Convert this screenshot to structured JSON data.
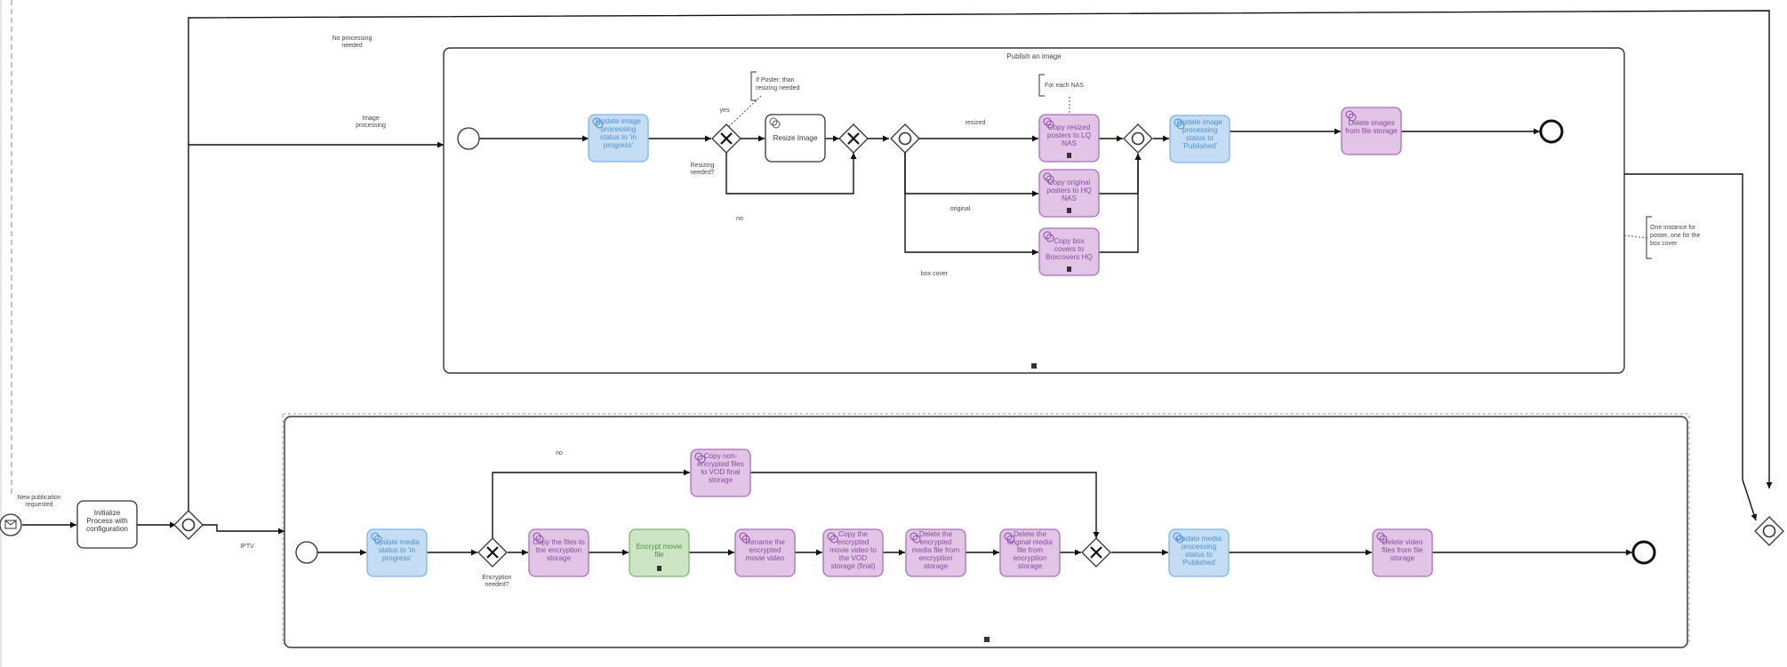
{
  "labels": {
    "no_processing": [
      "No processing",
      "needed"
    ],
    "image_processing": [
      "Image",
      "processing"
    ],
    "new_publication": [
      "New publication",
      "requested"
    ],
    "iptv": "IPTV",
    "publish_image_title": "Publish an image",
    "yes": "yes",
    "resizing_needed": [
      "Resizing",
      "needed?"
    ],
    "no_top": "no",
    "resized": "resized",
    "original": "original",
    "box_cover": "box cover",
    "no_bottom": "no",
    "encryption_needed": [
      "Encryption",
      "needed?"
    ]
  },
  "annotations": {
    "poster": [
      "If Poster: than",
      "resizing needed"
    ],
    "for_each_nas": [
      "For each NAS"
    ],
    "one_instance": [
      "One instance for",
      "poster, one for the",
      "box cover"
    ]
  },
  "tasks": {
    "init_process": [
      "Initialize",
      "Process with",
      "configuration"
    ],
    "update_image_in_progress": [
      "Update image",
      "processing",
      "status to 'in",
      "progress'"
    ],
    "resize_image": [
      "Resize Image"
    ],
    "copy_resized_lq": [
      "Copy resized",
      "posters to LQ",
      "NAS"
    ],
    "copy_original_hq": [
      "Copy original",
      "posters to HQ",
      "NAS"
    ],
    "copy_box_covers": [
      "Copy box",
      "covers to",
      "Boxcovers HQ"
    ],
    "update_image_published": [
      "Update image",
      "processing",
      "status to",
      "'Published'"
    ],
    "delete_images": [
      "Delete images",
      "from file storage"
    ],
    "copy_non_encrypted": [
      "Copy non-",
      "encrypted files",
      "to VOD final",
      "storage"
    ],
    "update_media_in_progress": [
      "Update media",
      "status to 'in",
      "progress'"
    ],
    "copy_to_encryption": [
      "Copy the files to",
      "the encryption",
      "storage"
    ],
    "encrypt_movie": [
      "Encrypt movie",
      "file"
    ],
    "rename_video": [
      "Rename the",
      "encrypted",
      "movie video"
    ],
    "copy_encrypted_vod": [
      "Copy the",
      "encrypted",
      "movie video to",
      "the VOD",
      "storage (final)"
    ],
    "delete_encrypted": [
      "Delete the",
      "encrypted",
      "media file from",
      "encryption",
      "storage"
    ],
    "delete_original": [
      "Delete the",
      "original media",
      "file from",
      "encryption",
      "storage"
    ],
    "update_media_published": [
      "Update media",
      "processing",
      "status to",
      "'Published'"
    ],
    "delete_video": [
      "Delete video",
      "files from file",
      "storage"
    ]
  },
  "colors": {
    "blue_fill": "#c5ddf4",
    "blue_stroke": "#7fb3e6",
    "purple_fill": "#e1c4e6",
    "purple_stroke": "#a970b8",
    "green_fill": "#cde5c4",
    "green_stroke": "#82b574"
  }
}
